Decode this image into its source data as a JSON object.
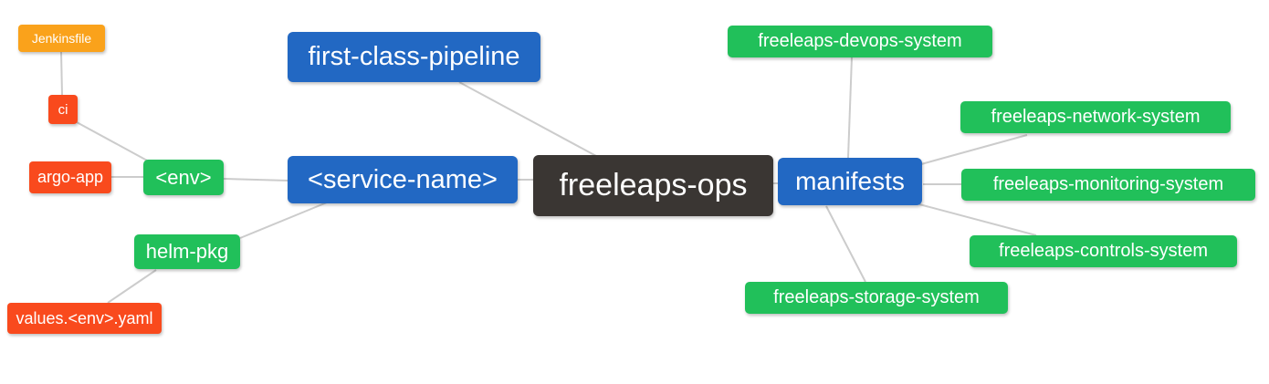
{
  "diagram": {
    "background_color": "#ffffff",
    "edge_color": "#cccccc",
    "palette": {
      "blue": "#2268c3",
      "green": "#21c05a",
      "red": "#f94a1d",
      "orange": "#faa21b",
      "dark": "#3a3633"
    },
    "nodes": [
      {
        "id": "jenkinsfile",
        "label": "Jenkinsfile",
        "color": "#faa21b"
      },
      {
        "id": "ci",
        "label": "ci",
        "color": "#f94a1d"
      },
      {
        "id": "argo-app",
        "label": "argo-app",
        "color": "#f94a1d"
      },
      {
        "id": "env",
        "label": "<env>",
        "color": "#21c05a"
      },
      {
        "id": "helm-pkg",
        "label": "helm-pkg",
        "color": "#21c05a"
      },
      {
        "id": "values-env-yaml",
        "label": "values.<env>.yaml",
        "color": "#f94a1d"
      },
      {
        "id": "first-class-pipeline",
        "label": "first-class-pipeline",
        "color": "#2268c3"
      },
      {
        "id": "service-name",
        "label": "<service-name>",
        "color": "#2268c3"
      },
      {
        "id": "freeleaps-ops",
        "label": "freeleaps-ops",
        "color": "#3a3633"
      },
      {
        "id": "manifests",
        "label": "manifests",
        "color": "#2268c3"
      },
      {
        "id": "freeleaps-devops-system",
        "label": "freeleaps-devops-system",
        "color": "#21c05a"
      },
      {
        "id": "freeleaps-network-system",
        "label": "freeleaps-network-system",
        "color": "#21c05a"
      },
      {
        "id": "freeleaps-monitoring-system",
        "label": "freeleaps-monitoring-system",
        "color": "#21c05a"
      },
      {
        "id": "freeleaps-controls-system",
        "label": "freeleaps-controls-system",
        "color": "#21c05a"
      },
      {
        "id": "freeleaps-storage-system",
        "label": "freeleaps-storage-system",
        "color": "#21c05a"
      }
    ],
    "edges": [
      {
        "from": "jenkinsfile",
        "to": "ci"
      },
      {
        "from": "ci",
        "to": "env"
      },
      {
        "from": "argo-app",
        "to": "env"
      },
      {
        "from": "env",
        "to": "service-name"
      },
      {
        "from": "helm-pkg",
        "to": "service-name"
      },
      {
        "from": "values-env-yaml",
        "to": "helm-pkg"
      },
      {
        "from": "first-class-pipeline",
        "to": "freeleaps-ops"
      },
      {
        "from": "service-name",
        "to": "freeleaps-ops"
      },
      {
        "from": "freeleaps-ops",
        "to": "manifests"
      },
      {
        "from": "freeleaps-devops-system",
        "to": "manifests"
      },
      {
        "from": "manifests",
        "to": "freeleaps-network-system"
      },
      {
        "from": "manifests",
        "to": "freeleaps-monitoring-system"
      },
      {
        "from": "manifests",
        "to": "freeleaps-controls-system"
      },
      {
        "from": "manifests",
        "to": "freeleaps-storage-system"
      }
    ]
  }
}
